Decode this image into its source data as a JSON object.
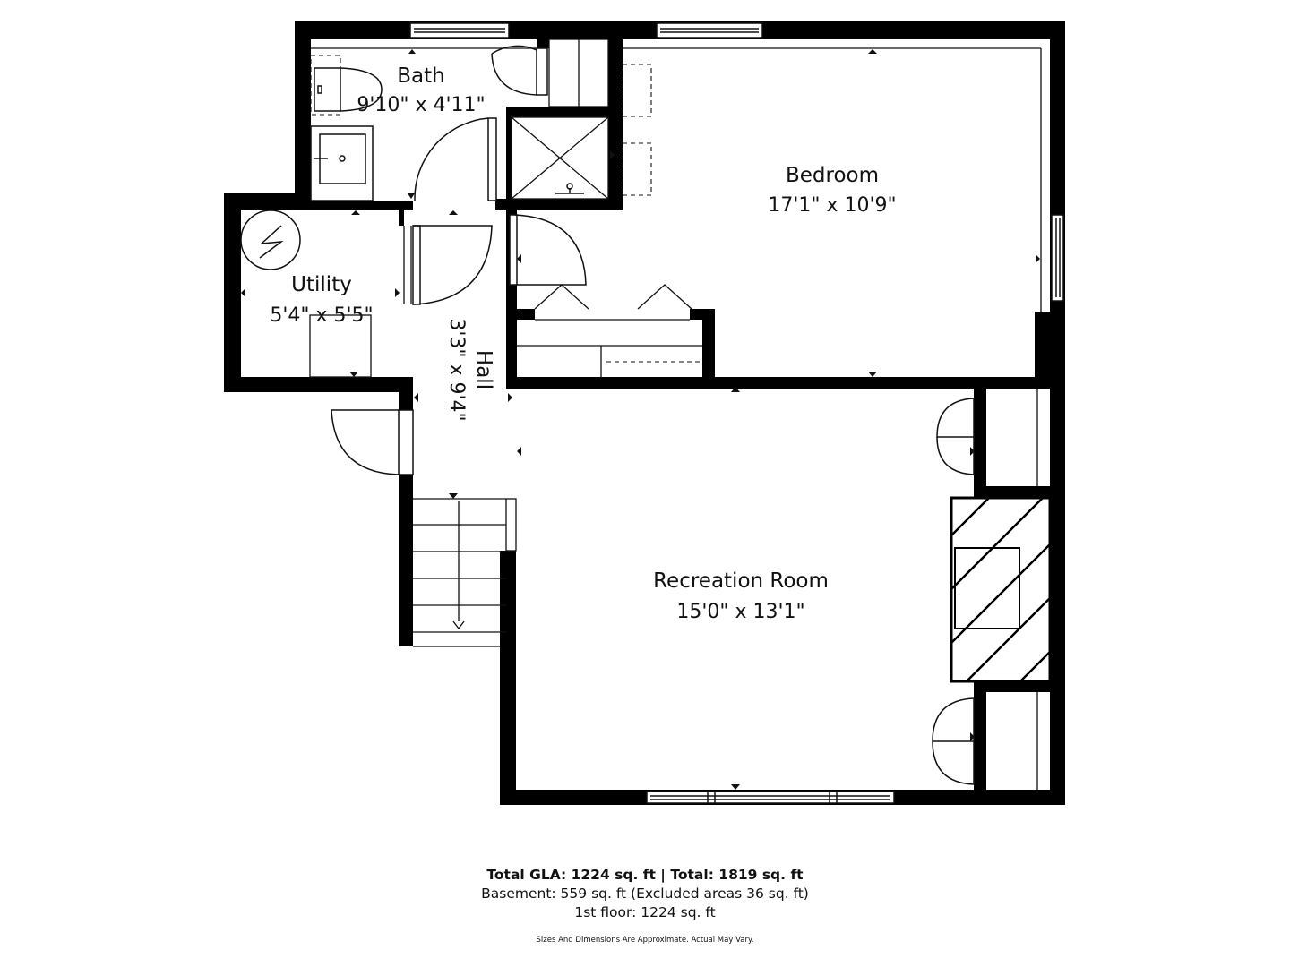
{
  "rooms": [
    {
      "id": "bath",
      "name": "Bath",
      "dims": "9'10\" x 4'11\""
    },
    {
      "id": "bedroom",
      "name": "Bedroom",
      "dims": "17'1\" x 10'9\""
    },
    {
      "id": "utility",
      "name": "Utility",
      "dims": "5'4\" x 5'5\""
    },
    {
      "id": "hall",
      "name": "Hall",
      "dims": "3'3\" x 9'4\""
    },
    {
      "id": "recreation",
      "name": "Recreation Room",
      "dims": "15'0\" x 13'1\""
    }
  ],
  "summary": {
    "total": "Total GLA: 1224 sq. ft | Total: 1819 sq. ft",
    "basement": "Basement: 559 sq. ft (Excluded areas 36 sq. ft)",
    "first_floor": "1st floor: 1224 sq. ft",
    "disclaimer": "Sizes And Dimensions Are Approximate. Actual May Vary."
  },
  "colors": {
    "wall": "#000000",
    "background": "#ffffff",
    "line": "#111111"
  }
}
